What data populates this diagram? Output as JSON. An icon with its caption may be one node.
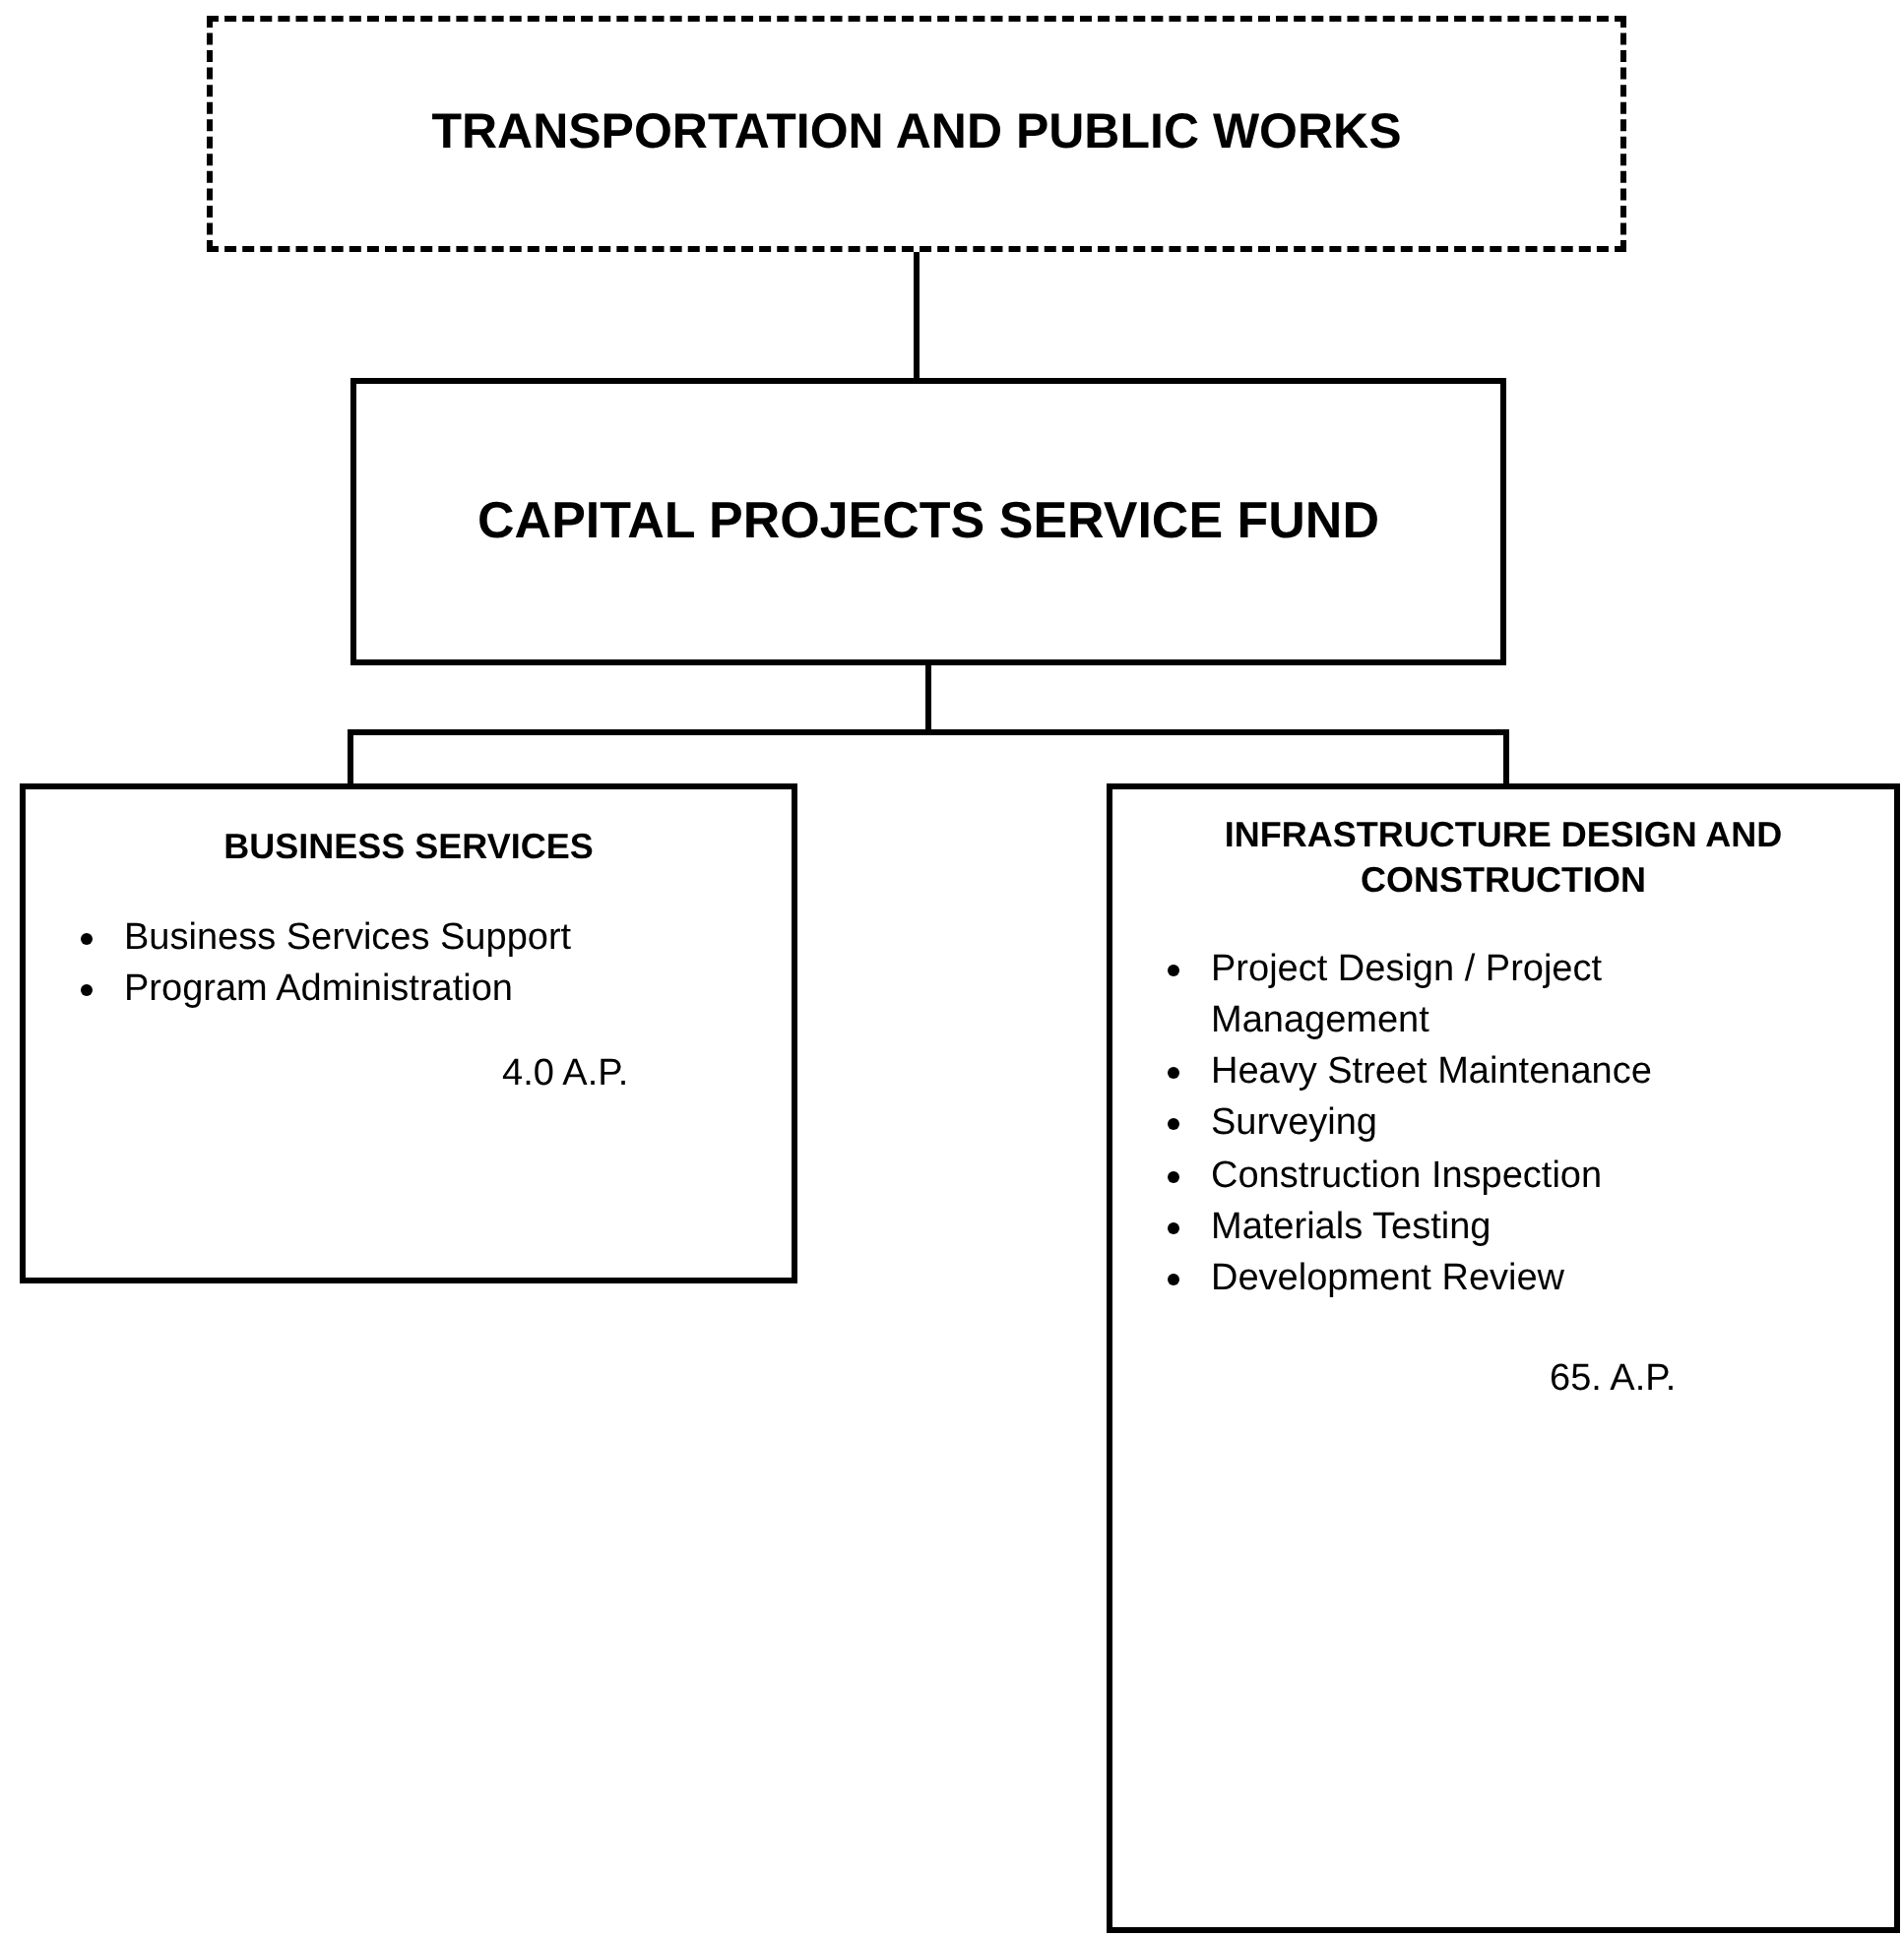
{
  "diagram": {
    "nodes": [
      {
        "text": [
          "TRANSPORTATION AND PUBLIC WORKS"
        ]
      },
      {
        "text": [
          "CAPITAL PROJECTS SERVICE FUND"
        ]
      },
      {
        "text": [
          "BUSINESS SERVICES",
          "Business Services Support",
          "Program Administration",
          "4.0 A.P."
        ]
      },
      {
        "text": [
          "INFRASTRUCTURE DESIGN AND CONSTRUCTION",
          "Project Design / Project Management",
          "Heavy Street Maintenance",
          "Surveying",
          "Construction Inspection",
          "Materials Testing",
          "Development Review",
          "65. A.P."
        ]
      }
    ],
    "edges": [
      {
        "from": 0,
        "to": 1,
        "arrow": "none"
      },
      {
        "from": 1,
        "to": 2,
        "arrow": "none"
      },
      {
        "from": 1,
        "to": 3,
        "arrow": "none"
      }
    ]
  }
}
